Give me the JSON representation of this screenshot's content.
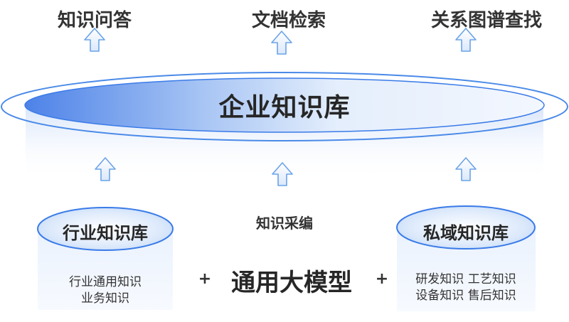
{
  "outputs": {
    "qa": "知识问答",
    "doc_search": "文档检索",
    "graph_search": "关系图谱查找"
  },
  "center": {
    "title": "企业知识库",
    "collect_label": "知识采编"
  },
  "industry_kb": {
    "title": "行业知识库",
    "items": [
      "行业通用知识",
      "业务知识"
    ]
  },
  "private_kb": {
    "title": "私域知识库",
    "items": [
      "研发知识  工艺知识",
      "设备知识  售后知识"
    ]
  },
  "model": {
    "plus_left": "+",
    "label": "通用大模型",
    "plus_right": "+"
  },
  "colors": {
    "accent": "#3a7be8",
    "accent_light": "#dbe8fb",
    "arrow_fill": "#e8f1fc",
    "arrow_stroke": "#6aa3e8"
  }
}
